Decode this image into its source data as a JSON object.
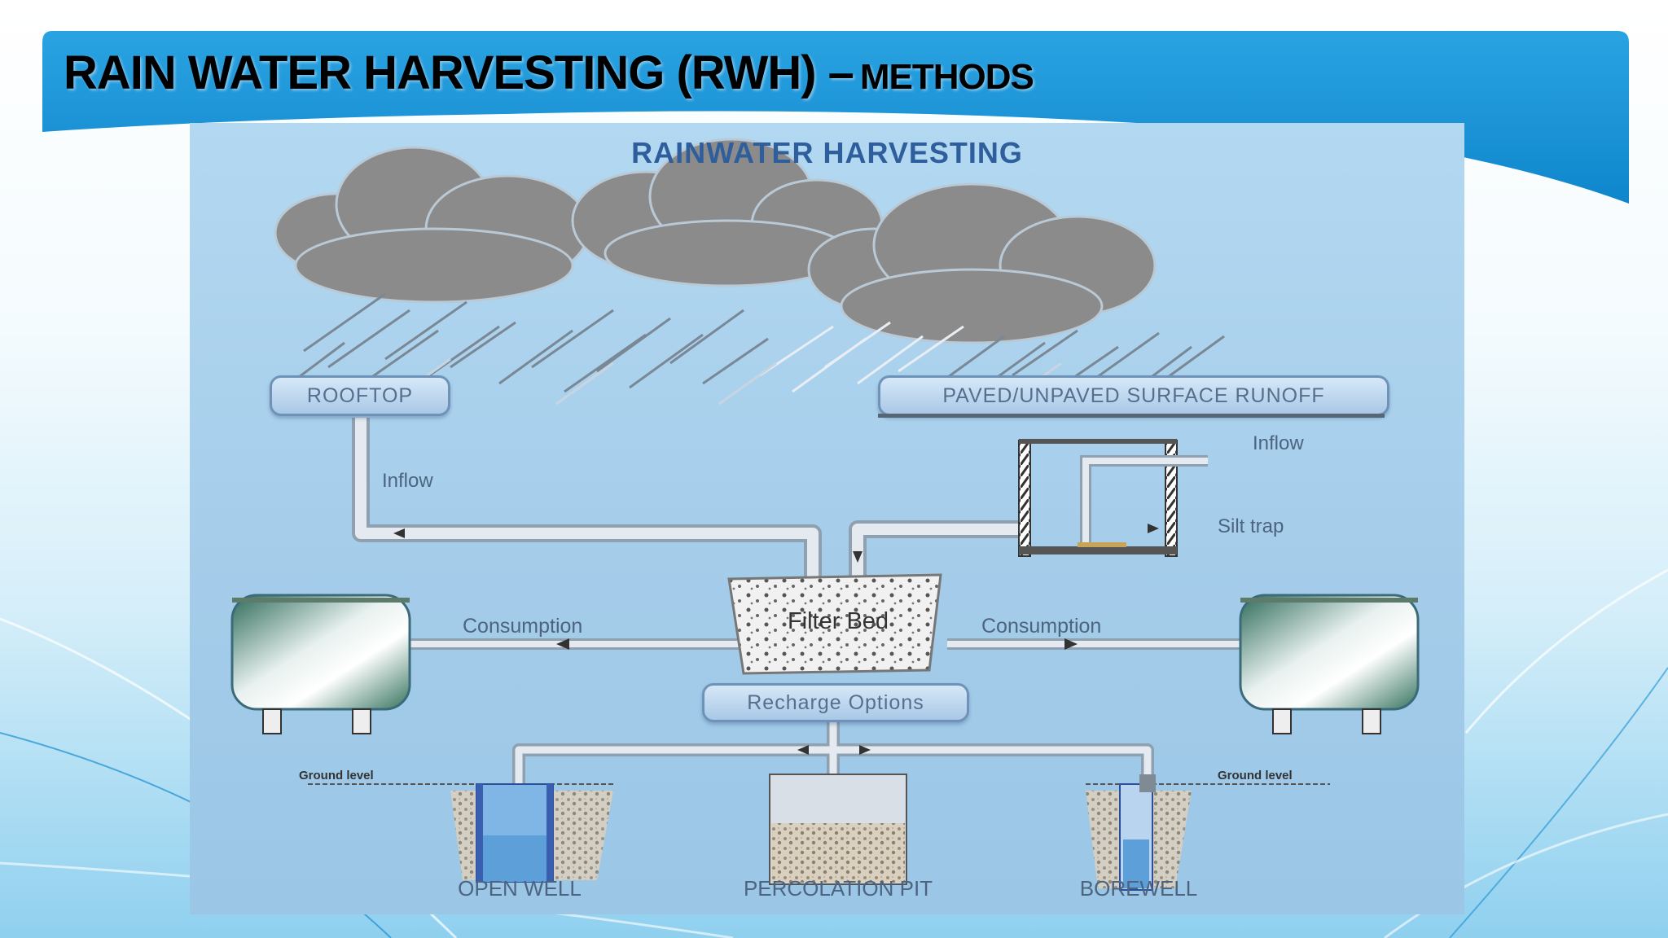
{
  "slide": {
    "title_main": "RAIN WATER HARVESTING (RWH) –",
    "title_sub": "METHODS"
  },
  "diagram": {
    "title": "RAINWATER HARVESTING",
    "rooftop": "ROOFTOP",
    "runoff": "PAVED/UNPAVED SURFACE RUNOFF",
    "inflow_left": "Inflow",
    "inflow_right": "Inflow",
    "silt_trap": "Silt trap",
    "filter_bed": "Filter Bed",
    "consumption_left": "Consumption",
    "consumption_right": "Consumption",
    "recharge": "Recharge Options",
    "ground_level_left": "Ground level",
    "ground_level_right": "Ground level",
    "open_well": "OPEN WELL",
    "percolation_pit": "PERCOLATION PIT",
    "borewell": "BOREWELL"
  },
  "colors": {
    "header_blue": "#1f96d8",
    "diagram_bg": "#a7d0ec",
    "pipe": "#c9d6e0",
    "cloud": "#8e8e8e",
    "pill_text": "#556f8e"
  }
}
